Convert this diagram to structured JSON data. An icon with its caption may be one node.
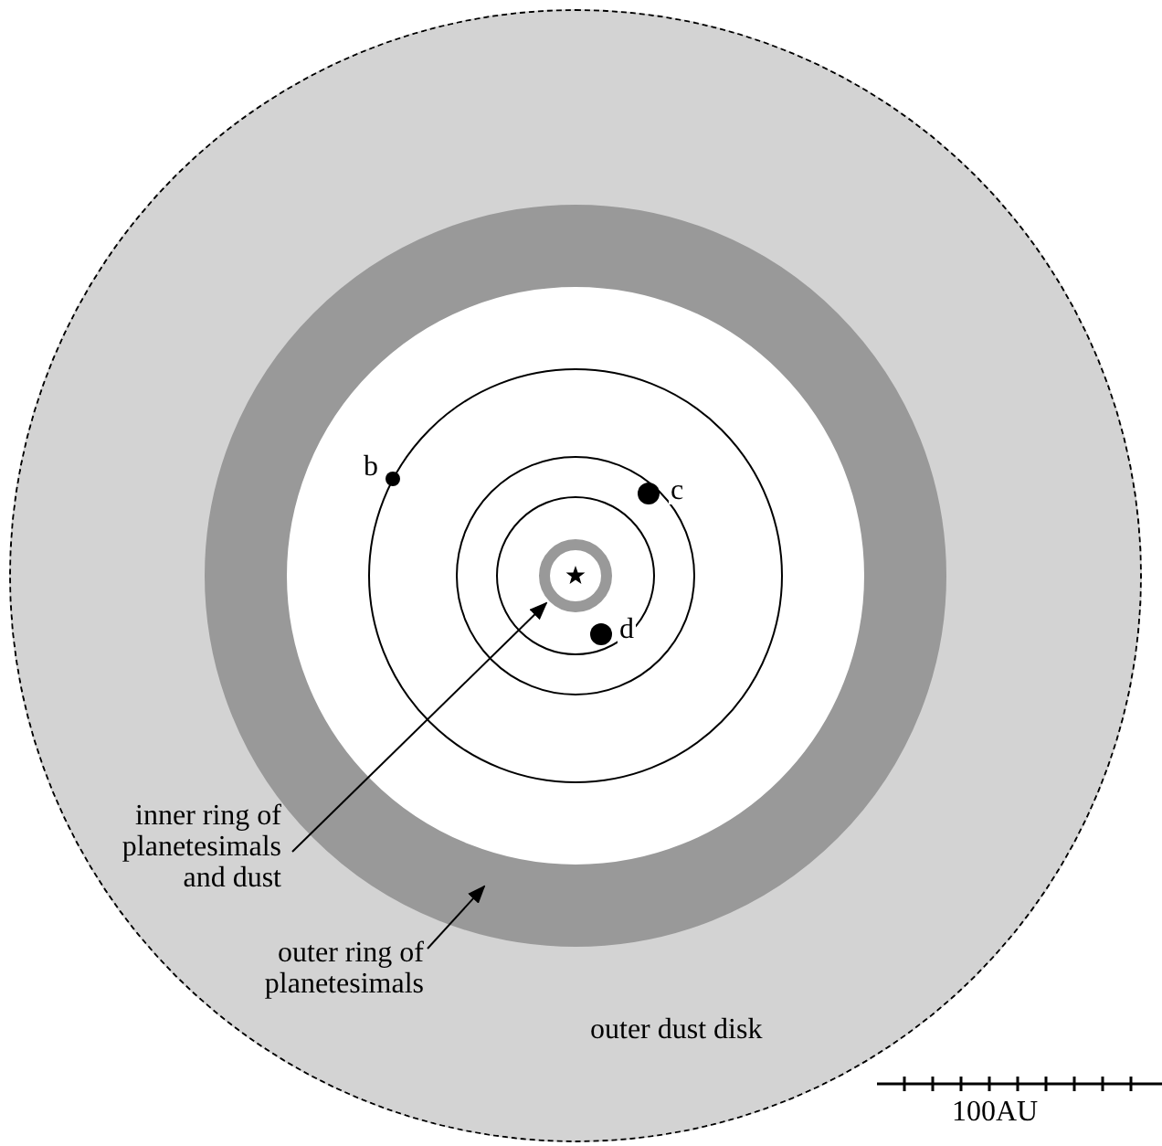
{
  "diagram": {
    "nodes": [
      {
        "text": [
          "outer dust disk"
        ]
      },
      {
        "text": [],
        "shape": "circle",
        "in": 0
      },
      {
        "text": [],
        "shape": "circle",
        "in": 1
      },
      {
        "text": [],
        "shape": "circle",
        "beside": [
          "b"
        ],
        "in": 1
      },
      {
        "text": [],
        "shape": "circle",
        "beside": [
          "c"
        ],
        "in": 1
      },
      {
        "text": [],
        "shape": "circle",
        "beside": [
          "d"
        ],
        "in": 1
      },
      {
        "text": [
          "inner ring of planetesimals and dust"
        ],
        "in": 0
      },
      {
        "text": [
          "outer ring of planetesimals"
        ],
        "in": 0
      }
    ],
    "edges": [
      {
        "from": 6,
        "to": 2,
        "arrow": "to"
      },
      {
        "from": 7,
        "to": 1,
        "arrow": "to"
      }
    ],
    "labels": [
      "100AU"
    ]
  }
}
